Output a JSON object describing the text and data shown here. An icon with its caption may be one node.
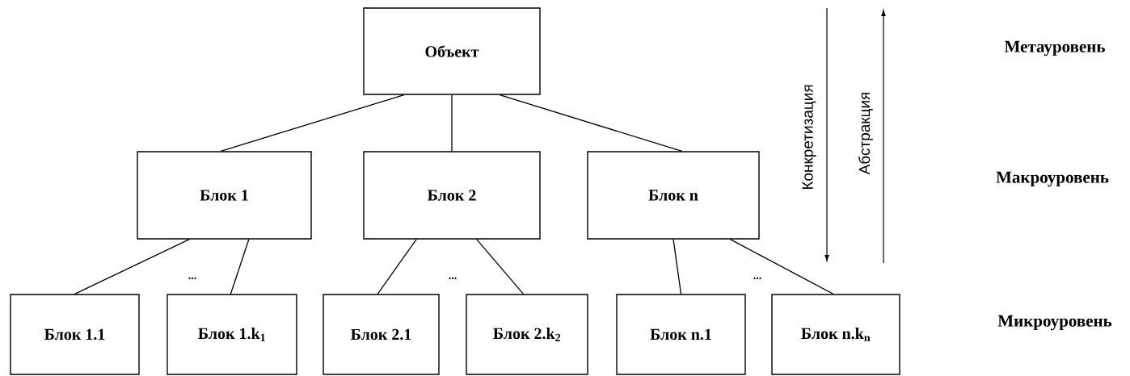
{
  "diagram": {
    "nodes": [
      {
        "text": [
          "Объект"
        ]
      },
      {
        "text": [
          "Блок 1"
        ]
      },
      {
        "text": [
          "Блок 2"
        ]
      },
      {
        "text": [
          "Блок n"
        ]
      },
      {
        "text": [
          "Блок 1.1"
        ]
      },
      {
        "text": [
          "Блок 1.k$_{1}$"
        ]
      },
      {
        "text": [
          "Блок 2.1"
        ]
      },
      {
        "text": [
          "Блок 2.k$_{2}$"
        ]
      },
      {
        "text": [
          "Блок n.1"
        ]
      },
      {
        "text": [
          "Блок n.k$_{n}$"
        ]
      }
    ],
    "edges": [
      {
        "from": 0,
        "to": 1,
        "arrow": "none"
      },
      {
        "from": 0,
        "to": 2,
        "arrow": "none"
      },
      {
        "from": 0,
        "to": 3,
        "arrow": "none"
      },
      {
        "from": 1,
        "to": 4,
        "arrow": "none"
      },
      {
        "from": 1,
        "to": 5,
        "arrow": "none"
      },
      {
        "from": 2,
        "to": 6,
        "arrow": "none"
      },
      {
        "from": 2,
        "to": 7,
        "arrow": "none"
      },
      {
        "from": 3,
        "to": 8,
        "arrow": "none"
      },
      {
        "from": 3,
        "to": 9,
        "arrow": "none"
      }
    ],
    "labels": [
      "...",
      "...",
      "...",
      "Конкретизация",
      "Абстракция",
      "Метауровень",
      "Макроуровень",
      "Микроуровень"
    ]
  }
}
